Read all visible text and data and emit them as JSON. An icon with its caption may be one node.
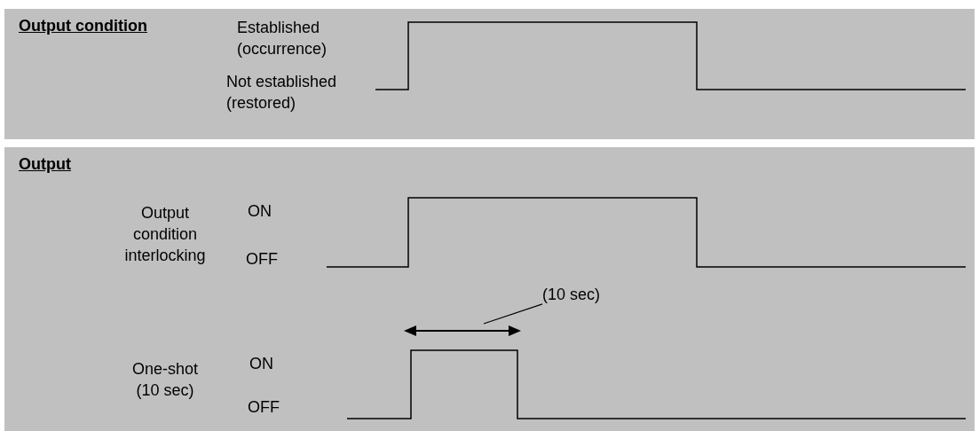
{
  "diagram": {
    "nodes": [
      {
        "text": [
          "Output condition"
        ]
      },
      {
        "text": [
          "Output"
        ]
      },
      {
        "text": [
          "(10 sec)"
        ],
        "in": 1
      },
      {
        "text": [],
        "shape": "arrow",
        "in": 1
      }
    ],
    "edges": [
      {
        "from": 2,
        "to": 3,
        "arrow": "none"
      }
    ],
    "labels": [
      "Established (occurrence)",
      "Not established (restored)",
      "Output condition interlocking",
      "ON",
      "OFF",
      "One-shot (10 sec)",
      "ON",
      "OFF"
    ]
  }
}
